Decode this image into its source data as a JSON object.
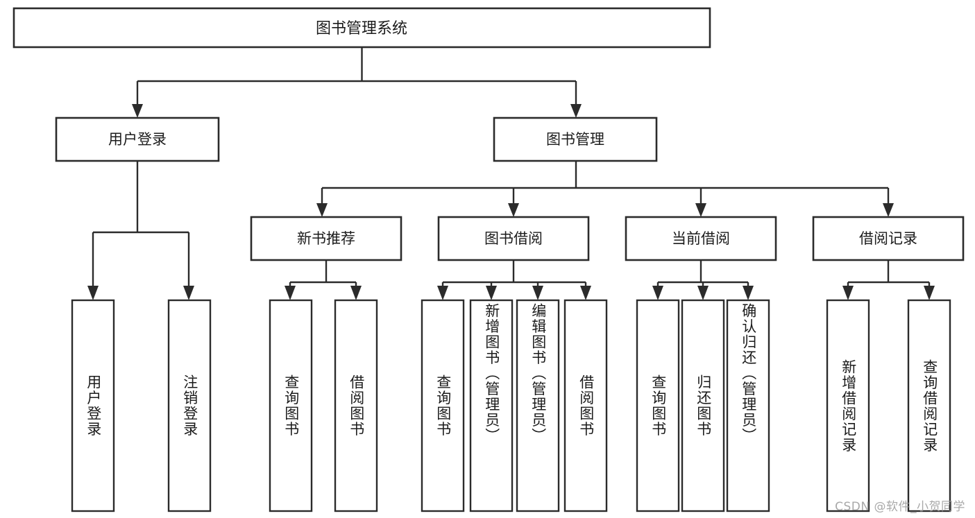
{
  "diagram": {
    "type": "tree",
    "orientation": "top-down",
    "title": "图书管理系统",
    "colors": {
      "stroke": "#2b2b2b",
      "fill": "#ffffff",
      "text": "#1b1b1b",
      "watermark": "#9a9a9a",
      "background": "#ffffff"
    },
    "levels": {
      "level1": {
        "label": "图书管理系统"
      },
      "level2": [
        {
          "label": "用户登录"
        },
        {
          "label": "图书管理"
        }
      ],
      "level3": [
        {
          "label": "新书推荐"
        },
        {
          "label": "图书借阅"
        },
        {
          "label": "当前借阅"
        },
        {
          "label": "借阅记录"
        }
      ],
      "leaves": [
        {
          "label": "用户登录",
          "parent": "用户登录"
        },
        {
          "label": "注销登录",
          "parent": "用户登录"
        },
        {
          "label": "查询图书",
          "parent": "新书推荐"
        },
        {
          "label": "借阅图书",
          "parent": "新书推荐"
        },
        {
          "label": "查询图书",
          "parent": "图书借阅"
        },
        {
          "label": "新增图书（管理员）",
          "parent": "图书借阅"
        },
        {
          "label": "编辑图书（管理员）",
          "parent": "图书借阅"
        },
        {
          "label": "借阅图书",
          "parent": "图书借阅"
        },
        {
          "label": "查询图书",
          "parent": "当前借阅"
        },
        {
          "label": "归还图书",
          "parent": "当前借阅"
        },
        {
          "label": "确认归还（管理员）",
          "parent": "当前借阅"
        },
        {
          "label": "新增借阅记录",
          "parent": "借阅记录"
        },
        {
          "label": "查询借阅记录",
          "parent": "借阅记录"
        }
      ]
    }
  },
  "watermark": {
    "text": "CSDN @软件_小贺同学"
  }
}
